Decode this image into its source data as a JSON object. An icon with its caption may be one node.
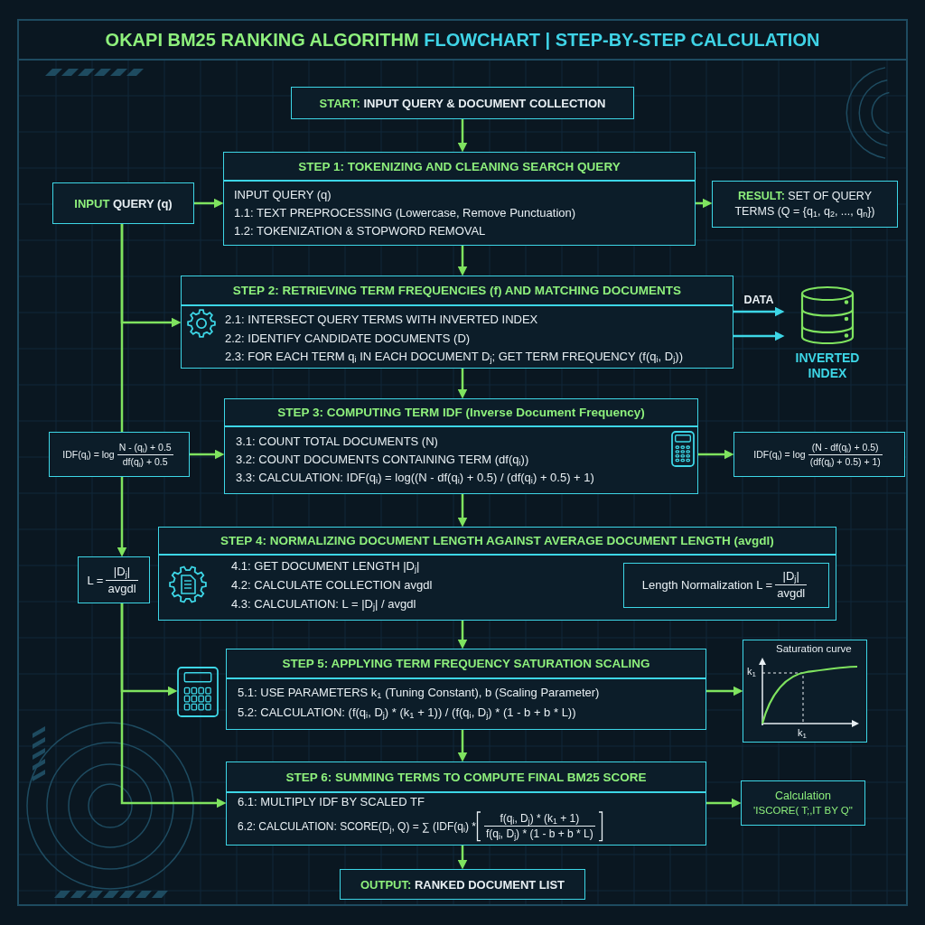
{
  "diagram": {
    "title": "OKAPI BM25 RANKING ALGORITHM FLOWCHART | STEP-BY-STEP CALCULATION",
    "nodes": [
      {
        "text": [
          "**START:** INPUT QUERY & DOCUMENT COLLECTION"
        ]
      },
      {
        "text": [
          "STEP 1: TOKENIZING AND CLEANING SEARCH QUERY",
          "INPUT QUERY (q)",
          "1.1: TEXT PREPROCESSING (Lowercase, Remove Punctuation)",
          "1.2: TOKENIZATION & STOPWORD REMOVAL"
        ]
      },
      {
        "text": [
          "**INPUT** QUERY (q)"
        ]
      },
      {
        "text": [
          "**RESULT:** SET OF QUERY TERMS (Q = {q$_{1}$, q$_{2}$, ..., q$_{n}$})"
        ]
      },
      {
        "text": [
          "STEP 2: RETRIEVING TERM FREQUENCIES (f) AND MATCHING DOCUMENTS",
          "2.1: INTERSECT QUERY TERMS WITH INVERTED INDEX",
          "2.2: IDENTIFY CANDIDATE DOCUMENTS (D)",
          "2.3: FOR EACH TERM q$_{i}$ IN EACH DOCUMENT D$_{j}$; GET TERM FREQUENCY (f(q$_{i}$, D$_{j}$))"
        ]
      },
      {
        "text": [
          "INVERTED INDEX"
        ]
      },
      {
        "text": [
          "IDF(q$_{i}$) = log",
          "N - (q$_{i}$) + 0.5",
          "df(q$_{i}$) + 0.5"
        ]
      },
      {
        "text": [
          "STEP 3: COMPUTING TERM IDF (Inverse Document Frequency)",
          "3.1: COUNT TOTAL DOCUMENTS (N)",
          "3.2: COUNT DOCUMENTS CONTAINING TERM (df(q$_{i}$))",
          "3.3: CALCULATION: IDF(q$_{i}$) = log((N - df(q$_{i}$) + 0.5) / (df(q$_{i}$) + 0.5) + 1)"
        ]
      },
      {
        "text": [
          "IDF(q$_{i}$) = log",
          "(N - df(q$_{i}$) + 0.5)",
          "(df(q$_{i}$) + 0.5) + 1)"
        ]
      },
      {
        "text": [
          "L =",
          "|D$_{j}$|",
          "avgdl"
        ]
      },
      {
        "text": [
          "STEP 4: NORMALIZING DOCUMENT LENGTH AGAINST AVERAGE DOCUMENT LENGTH (avgdl)",
          "4.1: GET DOCUMENT LENGTH |D$_{j}$|",
          "4.2: CALCULATE COLLECTION avgdl",
          "4.3: CALCULATION: L = |D$_{j}$| / avgdl"
        ]
      },
      {
        "text": [
          "Length Normalization L =",
          "|D$_{j}$|",
          "avgdl"
        ],
        "in": 10
      },
      {
        "text": [],
        "shape": "picture"
      },
      {
        "text": [
          "STEP 5: APPLYING TERM FREQUENCY SATURATION SCALING",
          "5.1: USE PARAMETERS k$_{1}$ (Tuning Constant), b (Scaling Parameter)",
          "5.2: CALCULATION: (f(q$_{i}$, D$_{j}$) * (k$_{1}$ + 1)) / (f(q$_{i}$, D$_{j}$) * (1 - b + b * L))"
        ]
      },
      {
        "text": [
          "Saturation curve",
          "k$_{1}$",
          "k$_{1}$"
        ]
      },
      {
        "text": [
          "STEP 6: SUMMING TERMS TO COMPUTE FINAL BM25 SCORE",
          "6.1: MULTIPLY IDF BY SCALED TF",
          "6.2: CALCULATION: SCORE(D$_{j}$, Q) = ∑ (IDF(q$_{i}$) *",
          "f(q$_{i}$, D$_{j}$) * (k$_{1}$ + 1)",
          "f(q$_{i}$, D$_{j}$) * (1 - b + b * L)"
        ]
      },
      {
        "text": [
          "Calculation",
          "'ISCORE( T;,IT BY Q\""
        ]
      },
      {
        "text": [
          "**OUTPUT:** RANKED DOCUMENT LIST"
        ]
      }
    ],
    "edges": [
      {
        "from": 0,
        "to": 1,
        "arrow": "to"
      },
      {
        "from": 2,
        "to": 1,
        "arrow": "to"
      },
      {
        "from": 1,
        "to": 3,
        "arrow": "to"
      },
      {
        "from": 1,
        "to": 4,
        "arrow": "to"
      },
      {
        "from": 2,
        "to": 4,
        "arrow": "to"
      },
      {
        "from": 2,
        "to": 6,
        "arrow": "none"
      },
      {
        "from": 4,
        "to": 5,
        "arrow": "to",
        "label": "DATA",
        "color": "#3dd6e6"
      },
      {
        "from": 4,
        "to": 5,
        "arrow": "to",
        "color": "#3dd6e6"
      },
      {
        "from": 4,
        "to": 7,
        "arrow": "to"
      },
      {
        "from": 6,
        "to": 7,
        "arrow": "to"
      },
      {
        "from": 6,
        "to": 9,
        "arrow": "to"
      },
      {
        "from": 7,
        "to": 8,
        "arrow": "to"
      },
      {
        "from": 7,
        "to": 10,
        "arrow": "to"
      },
      {
        "from": 9,
        "to": 12,
        "arrow": "to"
      },
      {
        "from": 9,
        "to": 15,
        "arrow": "to"
      },
      {
        "from": 10,
        "to": 13,
        "arrow": "to"
      },
      {
        "from": 13,
        "to": 14,
        "arrow": "to"
      },
      {
        "from": 13,
        "to": 15,
        "arrow": "to"
      },
      {
        "from": 15,
        "to": 16,
        "arrow": "to"
      },
      {
        "from": 15,
        "to": 17,
        "arrow": "to"
      }
    ]
  }
}
